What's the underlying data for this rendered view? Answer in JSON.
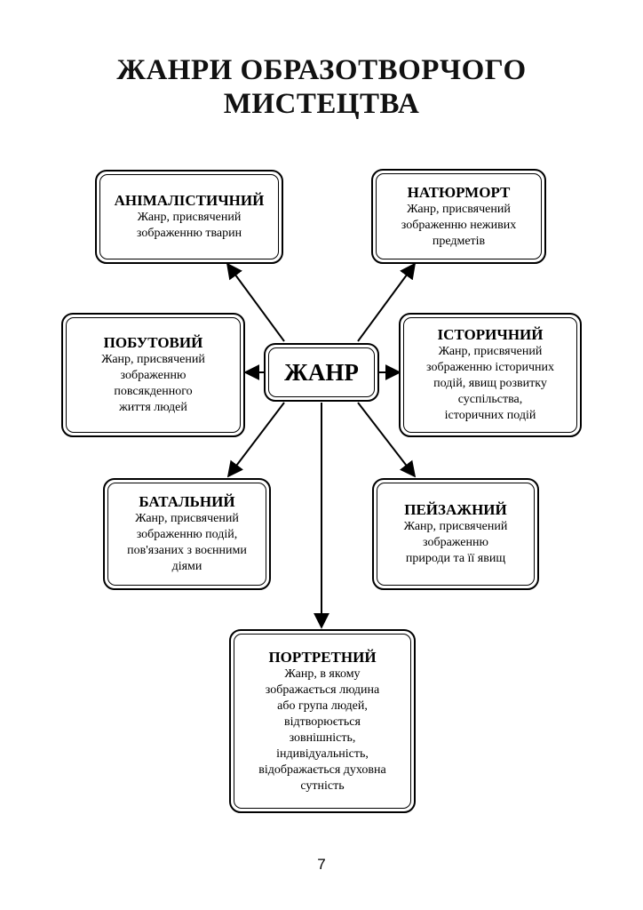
{
  "title": {
    "line1": "ЖАНРИ ОБРАЗОТВОРЧОГО",
    "line2": "МИСТЕЦТВА"
  },
  "center": {
    "label": "ЖАНР"
  },
  "genres": {
    "animal": {
      "name": "АНІМАЛІСТИЧНИЙ",
      "desc": "Жанр, присвячений\nзображенню тварин"
    },
    "still_life": {
      "name": "НАТЮРМОРТ",
      "desc": "Жанр, присвячений\nзображенню неживих\nпредметів"
    },
    "genre_scene": {
      "name": "ПОБУТОВИЙ",
      "desc": "Жанр, присвячений\nзображенню\nповсякденного\nжиття людей"
    },
    "historical": {
      "name": "ІСТОРИЧНИЙ",
      "desc": "Жанр, присвячений\nзображенню історичних\nподій, явищ розвитку\nсуспільства,\nісторичних подій"
    },
    "battle": {
      "name": "БАТАЛЬНИЙ",
      "desc": "Жанр, присвячений\nзображенню подій,\nпов'язаних з воєнними\nдіями"
    },
    "landscape": {
      "name": "ПЕЙЗАЖНИЙ",
      "desc": "Жанр, присвячений\nзображенню\nприроди та її явищ"
    },
    "portrait": {
      "name": "ПОРТРЕТНИЙ",
      "desc": "Жанр, в якому\nзображається людина\nабо група людей,\nвідтворюється\nзовнішність,\nіндивідуальність,\nвідображається духовна\nсутність"
    }
  },
  "page_number": "7"
}
